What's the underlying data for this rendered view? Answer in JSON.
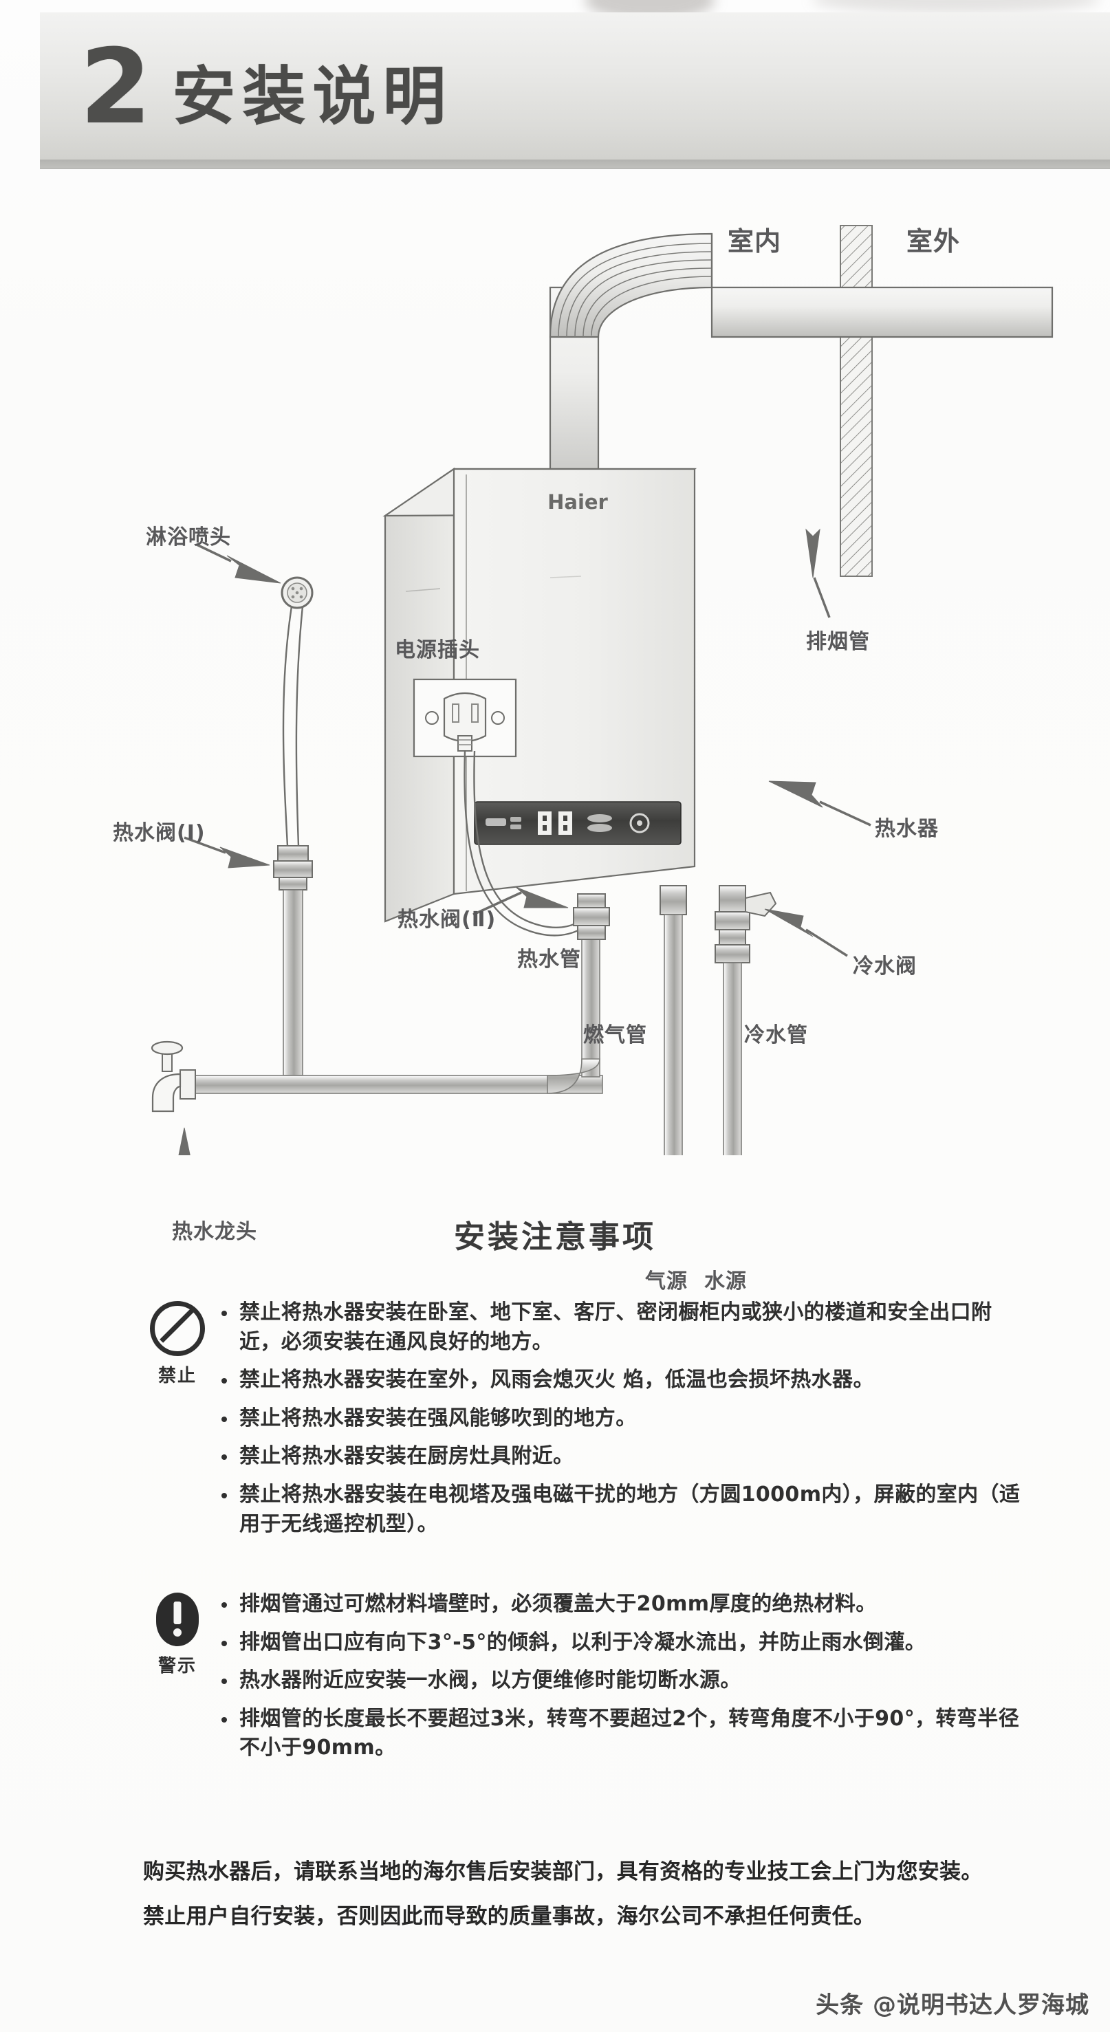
{
  "header": {
    "chapter_number": "2",
    "chapter_title": "安装说明"
  },
  "diagram": {
    "brand": "Haier",
    "labels": {
      "indoor": "室内",
      "outdoor": "室外",
      "exhaust_pipe": "排烟管",
      "power_plug": "电源插头",
      "shower_head": "淋浴喷头",
      "hot_water_valve_1": "热水阀(Ⅰ)",
      "hot_water_valve_2": "热水阀(Ⅱ)",
      "hot_water_pipe": "热水管",
      "hot_water_faucet": "热水龙头",
      "water_heater": "热水器",
      "cold_water_valve": "冷水阀",
      "gas_pipe": "燃气管",
      "cold_water_pipe": "冷水管",
      "gas_source": "气源",
      "water_source": "水源"
    }
  },
  "notices": {
    "title": "安装注意事项",
    "prohibit": {
      "icon_caption": "禁止",
      "items": [
        "禁止将热水器安装在卧室、地下室、客厅、密闭橱柜内或狭小的楼道和安全出口附近，必须安装在通风良好的地方。",
        "禁止将热水器安装在室外，风雨会熄灭火 焰，低温也会损坏热水器。",
        "禁止将热水器安装在强风能够吹到的地方。",
        "禁止将热水器安装在厨房灶具附近。",
        "禁止将热水器安装在电视塔及强电磁干扰的地方（方圆1000m内），屏蔽的室内（适用于无线遥控机型）。"
      ]
    },
    "warn": {
      "icon_caption": "警示",
      "items": [
        "排烟管通过可燃材料墙壁时，必须覆盖大于20mm厚度的绝热材料。",
        "排烟管出口应有向下3°-5°的倾斜，以利于冷凝水流出，并防止雨水倒灌。",
        "热水器附近应安装一水阀，以方便维修时能切断水源。",
        "排烟管的长度最长不要超过3米，转弯不要超过2个，转弯角度不小于90°，转弯半径不小于90mm。"
      ]
    }
  },
  "footer": {
    "paragraphs": [
      "购买热水器后，请联系当地的海尔售后安装部门，具有资格的专业技工会上门为您安装。",
      "禁止用户自行安装，否则因此而导致的质量事故，海尔公司不承担任何责任。"
    ]
  },
  "watermark": "头条 @说明书达人罗海城",
  "colors": {
    "ink": "#2f2f2f",
    "header_band": "#dcdcd9",
    "label_gray": "#58585a",
    "line": "#8a8a8a"
  }
}
